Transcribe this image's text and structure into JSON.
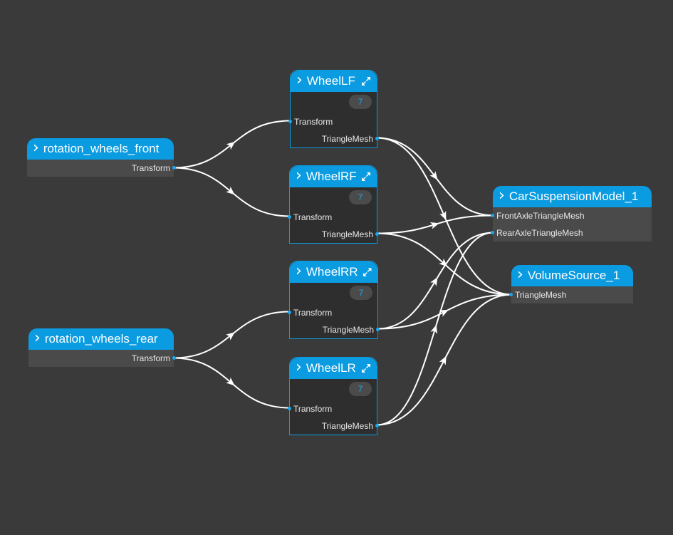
{
  "graph": {
    "edge_color": "#ffffff",
    "port_color": "#1aa7ee",
    "accent": "#0a9be0",
    "nodes": [
      {
        "id": "rwf",
        "title": "rotation_wheels_front",
        "kind": "source",
        "inputs": [],
        "outputs": [
          "Transform"
        ]
      },
      {
        "id": "rwr",
        "title": "rotation_wheels_rear",
        "kind": "source",
        "inputs": [],
        "outputs": [
          "Transform"
        ]
      },
      {
        "id": "wlf",
        "title": "WheelLF",
        "kind": "modifier",
        "badge": "7",
        "icon": "expand-icon",
        "inputs": [
          "Transform"
        ],
        "outputs": [
          "TriangleMesh"
        ]
      },
      {
        "id": "wrf",
        "title": "WheelRF",
        "kind": "modifier",
        "badge": "7",
        "icon": "expand-icon",
        "inputs": [
          "Transform"
        ],
        "outputs": [
          "TriangleMesh"
        ]
      },
      {
        "id": "wrr",
        "title": "WheelRR",
        "kind": "modifier",
        "badge": "7",
        "icon": "expand-icon",
        "inputs": [
          "Transform"
        ],
        "outputs": [
          "TriangleMesh"
        ]
      },
      {
        "id": "wlr",
        "title": "WheelLR",
        "kind": "modifier",
        "badge": "7",
        "icon": "expand-icon",
        "inputs": [
          "Transform"
        ],
        "outputs": [
          "TriangleMesh"
        ]
      },
      {
        "id": "csm",
        "title": "CarSuspensionModel_1",
        "kind": "sink",
        "inputs": [
          "FrontAxleTriangleMesh",
          "RearAxleTriangleMesh"
        ],
        "outputs": []
      },
      {
        "id": "vs",
        "title": "VolumeSource_1",
        "kind": "sink",
        "inputs": [
          "TriangleMesh"
        ],
        "outputs": []
      }
    ],
    "edges": [
      {
        "from": "rwf",
        "out": 0,
        "to": "wlf",
        "in": 0
      },
      {
        "from": "rwf",
        "out": 0,
        "to": "wrf",
        "in": 0
      },
      {
        "from": "rwr",
        "out": 0,
        "to": "wrr",
        "in": 0
      },
      {
        "from": "rwr",
        "out": 0,
        "to": "wlr",
        "in": 0
      },
      {
        "from": "wlf",
        "out": 0,
        "to": "csm",
        "in": 0
      },
      {
        "from": "wrf",
        "out": 0,
        "to": "csm",
        "in": 0
      },
      {
        "from": "wrr",
        "out": 0,
        "to": "csm",
        "in": 1
      },
      {
        "from": "wlr",
        "out": 0,
        "to": "csm",
        "in": 1
      },
      {
        "from": "wlf",
        "out": 0,
        "to": "vs",
        "in": 0
      },
      {
        "from": "wrf",
        "out": 0,
        "to": "vs",
        "in": 0
      },
      {
        "from": "wrr",
        "out": 0,
        "to": "vs",
        "in": 0
      },
      {
        "from": "wlr",
        "out": 0,
        "to": "vs",
        "in": 0
      }
    ]
  }
}
